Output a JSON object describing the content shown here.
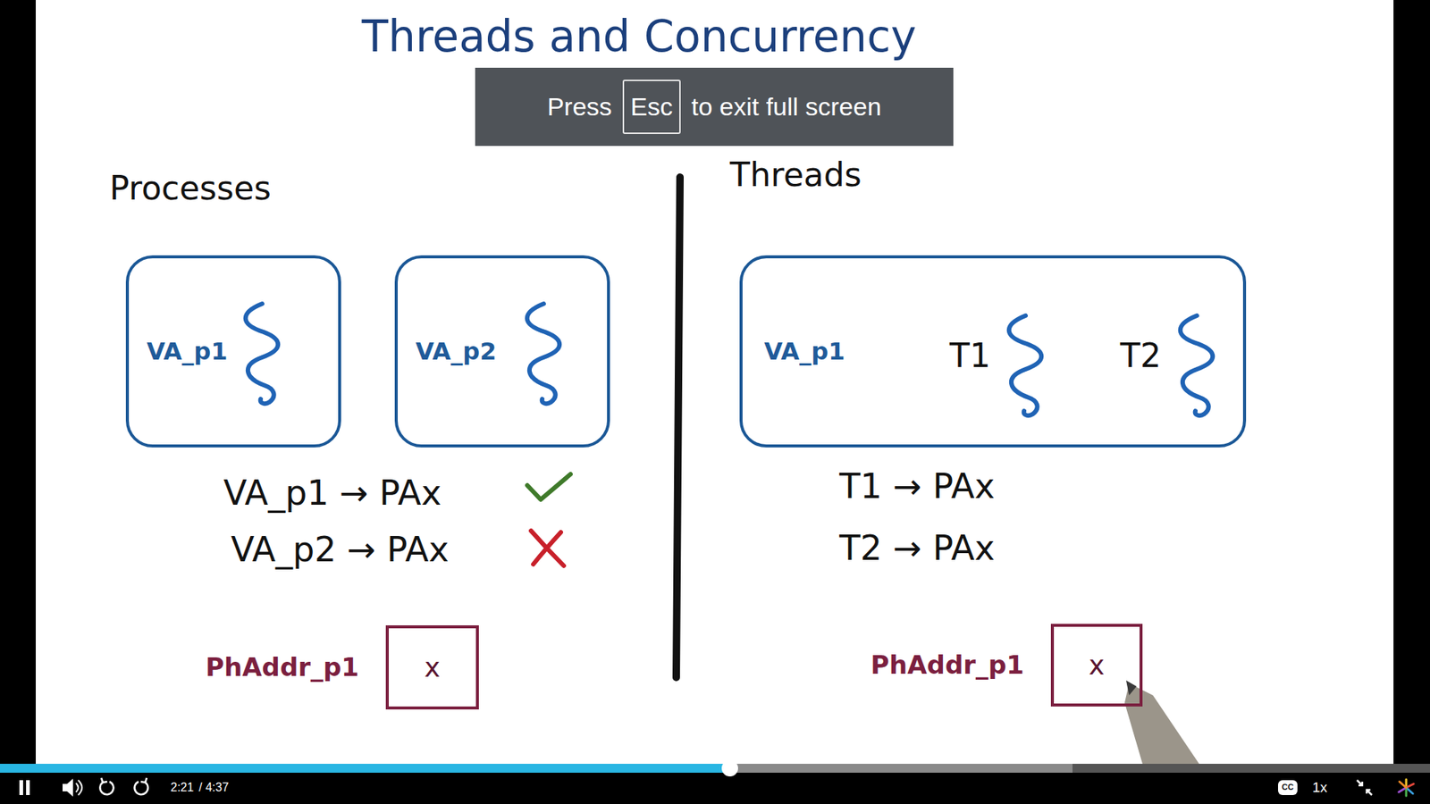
{
  "diagram": {
    "title": "Threads and Concurrency",
    "nodes": [
      {
        "text": [
          "Press",
          "to exit full screen"
        ]
      },
      {
        "text": [
          "Esc"
        ],
        "in": 0
      },
      {
        "text": [
          "VA_p1"
        ]
      },
      {
        "text": [
          "VA_p2"
        ]
      },
      {
        "text": [
          "VA_p1",
          "T1",
          "T2"
        ]
      },
      {
        "text": [
          "PhAddr_p1",
          "x"
        ]
      },
      {
        "text": [
          "PhAddr_p1",
          "x"
        ]
      }
    ],
    "labels": [
      "Processes",
      "Threads",
      "VA_p1 → PAx",
      "VA_p2 → PAx",
      "T1 → PAx",
      "T2 → PAx",
      "2:21",
      "/ 4:37",
      "CC",
      "1x"
    ]
  }
}
